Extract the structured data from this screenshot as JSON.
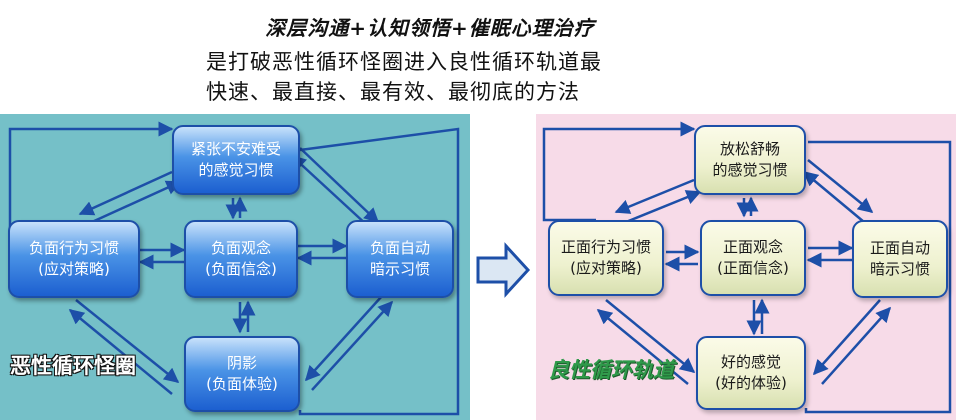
{
  "header": {
    "title": "深层沟通+认知领悟+催眠心理治疗",
    "subtitle_line1": "是打破恶性循环怪圈进入良性循环轨道最",
    "subtitle_line2": "快速、最直接、最有效、最彻底的方法"
  },
  "vicious": {
    "label": "恶性循环怪圈",
    "nodes": {
      "top": [
        "紧张不安难受",
        "的感觉习惯"
      ],
      "left": [
        "负面行为习惯",
        "(应对策略)"
      ],
      "center": [
        "负面观念",
        "(负面信念)"
      ],
      "right": [
        "负面自动",
        "暗示习惯"
      ],
      "bottom": [
        "阴影",
        "(负面体验)"
      ]
    }
  },
  "virtuous": {
    "label": "良性循环轨道",
    "nodes": {
      "top": [
        "放松舒畅",
        "的感觉习惯"
      ],
      "left": [
        "正面行为习惯",
        "(应对策略)"
      ],
      "center": [
        "正面观念",
        "(正面信念)"
      ],
      "right": [
        "正面自动",
        "暗示习惯"
      ],
      "bottom": [
        "好的感觉",
        "(好的体验)"
      ]
    }
  },
  "colors": {
    "left_panel": "#75c0c8",
    "right_panel": "#f7dbe8",
    "arrow": "#1d4fa8",
    "virtuous_label": "#2f9a4a"
  }
}
